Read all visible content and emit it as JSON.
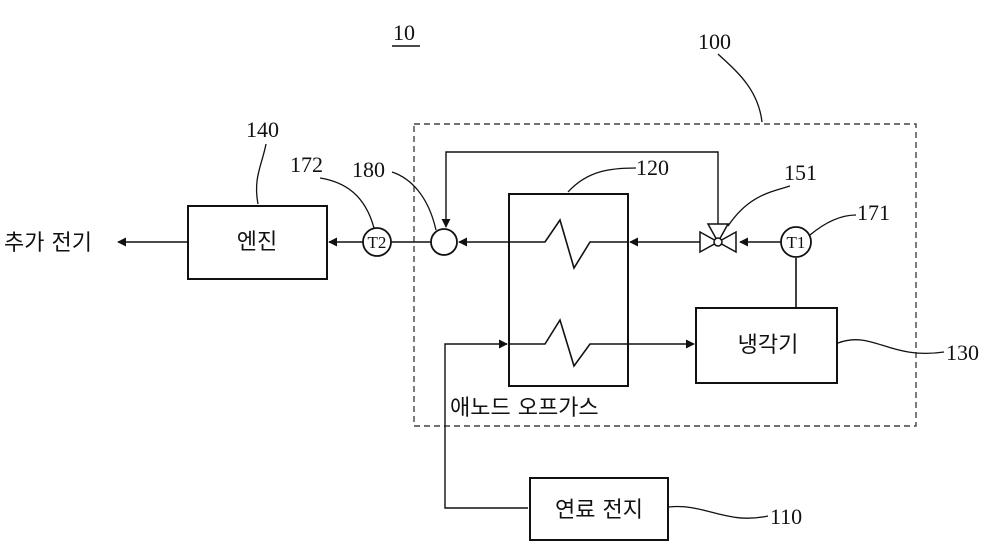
{
  "figure_number": "10",
  "labels": {
    "system": "100",
    "fuel_cell": "110",
    "heat_exchanger": "120",
    "cooler": "130",
    "engine": "140",
    "valve": "151",
    "sensor_t1": "171",
    "sensor_t2": "172",
    "mixer": "180"
  },
  "blocks": {
    "engine": "엔진",
    "cooler": "냉각기",
    "fuel_cell": "연료 전지"
  },
  "sensors": {
    "t1": "T1",
    "t2": "T2"
  },
  "texts": {
    "output": "추가 전기",
    "anode_offgas": "애노드 오프가스"
  }
}
